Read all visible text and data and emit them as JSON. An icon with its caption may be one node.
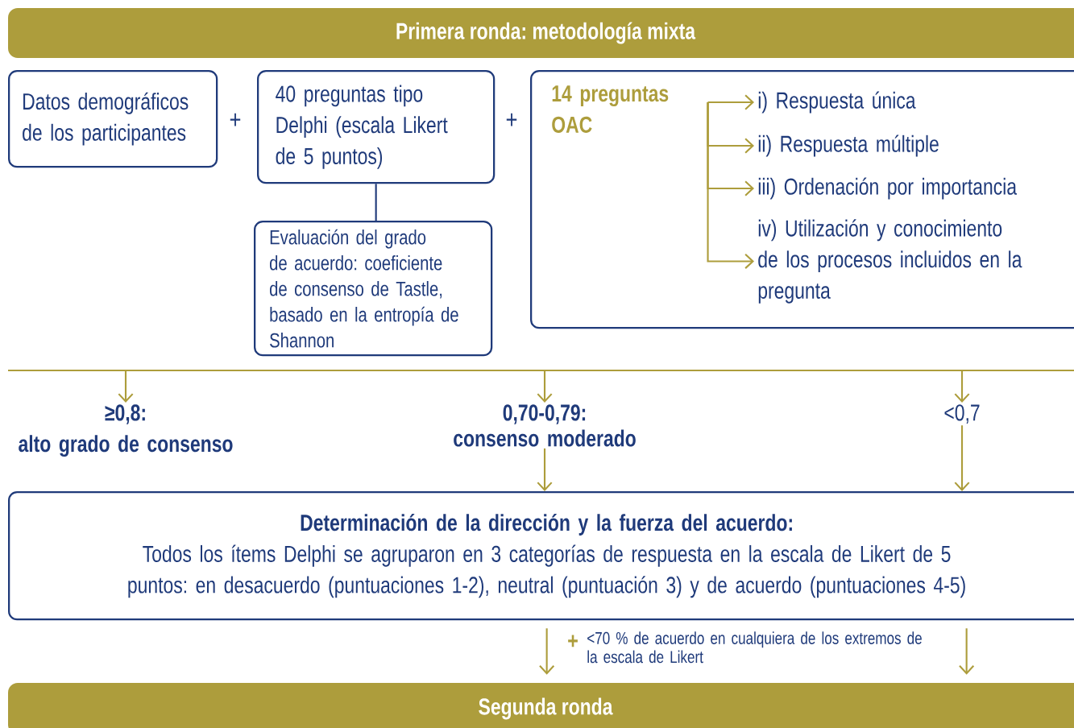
{
  "diagram": {
    "nodes": [
      {
        "text": [
          "Primera ronda: metodología mixta"
        ]
      },
      {
        "text": [
          "Datos demográficos de los participantes"
        ]
      },
      {
        "text": [
          "40 preguntas tipo Delphi (escala Likert de 5 puntos)"
        ]
      },
      {
        "text": [
          "Evaluación del grado de acuerdo: coeficiente de consenso de Tastle, basado en la entropía de Shannon"
        ]
      },
      {
        "text": [],
        "shape": "box"
      },
      {
        "text": [
          "14 preguntas OAC"
        ],
        "in": 4
      },
      {
        "text": [
          "i) Respuesta única"
        ],
        "in": 4
      },
      {
        "text": [
          "ii) Respuesta múltiple"
        ],
        "in": 4
      },
      {
        "text": [
          "iii) Ordenación por importancia"
        ],
        "in": 4
      },
      {
        "text": [
          "iv) Utilización y conocimiento de los procesos incluidos en la pregunta"
        ],
        "in": 4
      },
      {
        "text": [
          "≥0,8:",
          "alto grado de consenso"
        ]
      },
      {
        "text": [
          "0,70-0,79:",
          "consenso moderado"
        ]
      },
      {
        "text": [
          "<0,7"
        ]
      },
      {
        "text": [
          "Determinación de la dirección y la fuerza del acuerdo:",
          "Todos los ítems Delphi se agruparon en 3 categorías de respuesta en la escala de Likert de 5 puntos: en desacuerdo (puntuaciones 1-2), neutral (puntuación 3) y de acuerdo (puntuaciones 4-5)"
        ]
      },
      {
        "text": [
          "Segunda ronda"
        ]
      }
    ],
    "edges": [
      {
        "from": 2,
        "to": 3,
        "arrow": "none",
        "color": "#1f3a7a"
      },
      {
        "from": 5,
        "to": 6,
        "arrow": "to"
      },
      {
        "from": 5,
        "to": 7,
        "arrow": "to"
      },
      {
        "from": 5,
        "to": 8,
        "arrow": "to"
      },
      {
        "from": 5,
        "to": 9,
        "arrow": "to"
      },
      {
        "from": null,
        "to": 10,
        "arrow": "to"
      },
      {
        "from": null,
        "to": 11,
        "arrow": "to"
      },
      {
        "from": null,
        "to": 12,
        "arrow": "to"
      },
      {
        "from": 11,
        "to": 13,
        "arrow": "to"
      },
      {
        "from": 12,
        "to": 13,
        "arrow": "to"
      },
      {
        "from": 13,
        "to": 14,
        "arrow": "to"
      },
      {
        "from": 13,
        "to": 14,
        "arrow": "to"
      }
    ],
    "labels": [
      "+",
      "+",
      "+",
      "<70 % de acuerdo en cualquiera de los extremos de la escala de Likert"
    ]
  }
}
